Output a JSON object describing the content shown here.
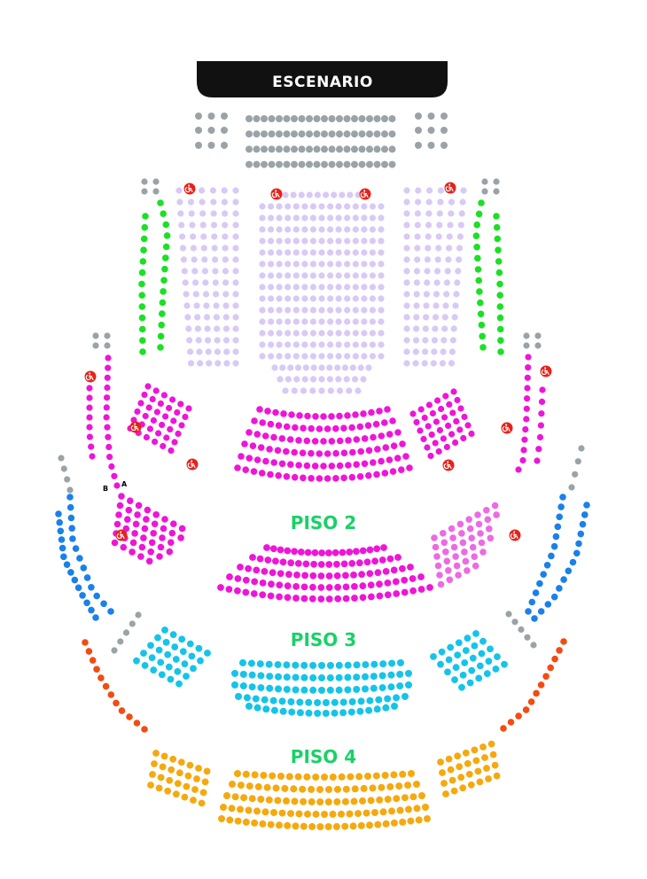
{
  "stage": {
    "label": "ESCENARIO"
  },
  "floors": [
    {
      "id": "piso2",
      "label": "PISO 2"
    },
    {
      "id": "piso3",
      "label": "PISO 3"
    },
    {
      "id": "piso4",
      "label": "PISO 4"
    }
  ],
  "row_markers": [
    {
      "id": "row-b",
      "label": "B"
    },
    {
      "id": "row-a",
      "label": "A"
    }
  ],
  "colors": {
    "stage": "#111111",
    "floor_label": "#19d167",
    "pit_gray": "#9aa3a7",
    "orchestra_lilac": "#d8c9f5",
    "side_green": "#1be024",
    "mezzanine_magenta": "#ee15d8",
    "piso2_pink": "#ec6ae3",
    "blue": "#1a80ea",
    "cyan": "#15c4e8",
    "red_orange": "#f24c12",
    "yellow": "#f5a90f",
    "wheelchair": "#e5231b"
  },
  "seat_sections": [
    {
      "id": "pit-left",
      "color": "pit_gray"
    },
    {
      "id": "pit-center",
      "color": "pit_gray"
    },
    {
      "id": "pit-right",
      "color": "pit_gray"
    },
    {
      "id": "orchestra-left",
      "color": "orchestra_lilac"
    },
    {
      "id": "orchestra-center",
      "color": "orchestra_lilac"
    },
    {
      "id": "orchestra-right",
      "color": "orchestra_lilac"
    },
    {
      "id": "side-left-green",
      "color": "side_green"
    },
    {
      "id": "side-right-green",
      "color": "side_green"
    },
    {
      "id": "mezzanine-left",
      "color": "mezzanine_magenta"
    },
    {
      "id": "mezzanine-center",
      "color": "mezzanine_magenta"
    },
    {
      "id": "mezzanine-right",
      "color": "mezzanine_magenta"
    },
    {
      "id": "piso2-left",
      "color": "mezzanine_magenta"
    },
    {
      "id": "piso2-center",
      "color": "mezzanine_magenta"
    },
    {
      "id": "piso2-right",
      "color": "piso2_pink"
    },
    {
      "id": "side-left-blue",
      "color": "blue"
    },
    {
      "id": "side-right-blue",
      "color": "blue"
    },
    {
      "id": "piso3-left",
      "color": "cyan"
    },
    {
      "id": "piso3-center",
      "color": "cyan"
    },
    {
      "id": "piso3-right",
      "color": "cyan"
    },
    {
      "id": "side-left-red",
      "color": "red_orange"
    },
    {
      "id": "side-right-red",
      "color": "red_orange"
    },
    {
      "id": "piso4-left",
      "color": "yellow"
    },
    {
      "id": "piso4-center",
      "color": "yellow"
    },
    {
      "id": "piso4-right",
      "color": "yellow"
    }
  ],
  "accessible_seat_icon": "wheelchair-icon"
}
